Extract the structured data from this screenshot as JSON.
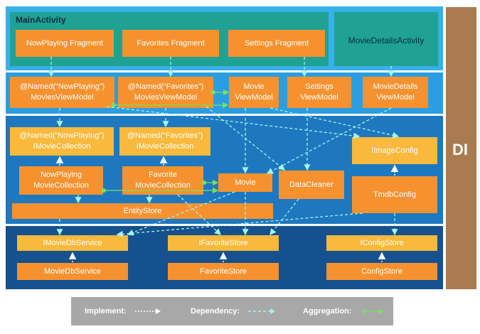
{
  "bands": {
    "di_label": "DI",
    "main_activity_title": "MainActivity",
    "details_activity_title": "MovieDetailsActivity"
  },
  "fragments": [
    "NowPlaying Fragment",
    "Favorites Fragment",
    "Settings Fragment"
  ],
  "viewmodels": {
    "nowplaying": "@Named(“NowPlaying”)\nMoviesViewModel",
    "favorites": "@Named(“Favorites”)\nMoviesViewModel",
    "movie": "Movie\nViewModel",
    "settings": "Settings\nViewModel",
    "details": "MovieDetails\nViewModel"
  },
  "domain": {
    "named_nowplaying_collection": "@Named(“NowPlaying”)\nIMovieCollection",
    "named_favorites_collection": "@Named(“Favorites”)\nIMovieCollection",
    "nowplaying_collection": "NowPlaying\nMovieCollection",
    "favorite_collection": "Favorite\nMovieCollection",
    "movie": "Movie",
    "datacleaner": "DataCleaner",
    "entitystore": "EntityStore",
    "iimageconfig": "IImageConfig",
    "tmdbconfig": "TmdbConfig"
  },
  "data_layer": {
    "imoviedbservice": "IMovieDbService",
    "moviedbservice": "MovieDbService",
    "ifavoritestore": "IFavoriteStore",
    "favoritestore": "FavoriteStore",
    "iconfigstore": "IConfigStore",
    "configstore": "ConfigStore"
  },
  "legend": {
    "implement": "Implement:",
    "dependency": "Dependency:",
    "aggregation": "Aggregation:"
  },
  "colors": {
    "outer_band": "#38b0e8",
    "activity_bg": "#1fa293",
    "viewmodel_band": "#2a9ee0",
    "domain_band": "#1d78bf",
    "data_band": "#15518e",
    "di_bar": "#a97b4f",
    "orange_box": "#f5922f",
    "yellow_box": "#f8b93c",
    "dependency_arrow": "#a6f4ec",
    "aggregation_arrow": "#7be05e",
    "legend_bg": "#a8a8a8"
  }
}
